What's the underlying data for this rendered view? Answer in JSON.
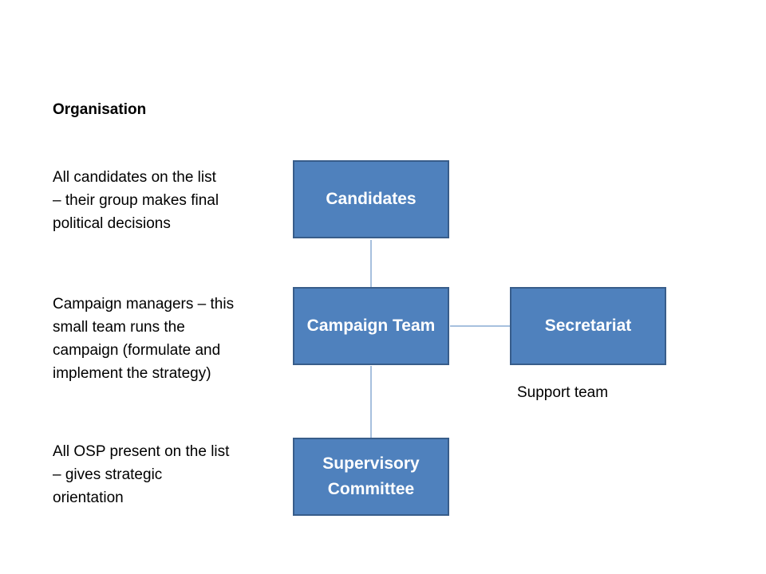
{
  "title": "Organisation",
  "descriptions": {
    "candidates": [
      "All candidates on the list",
      "– their group makes final",
      "political decisions"
    ],
    "campaign_team": [
      "Campaign managers – this",
      "small team runs the",
      "campaign (formulate and",
      "implement the strategy)"
    ],
    "supervisory": [
      "All OSP present on the list",
      "– gives strategic",
      "orientation"
    ]
  },
  "nodes": {
    "candidates": "Candidates",
    "campaign_team": "Campaign Team",
    "secretariat": "Secretariat",
    "supervisory_line1": "Supervisory",
    "supervisory_line2": "Committee"
  },
  "secretariat_note": "Support team",
  "colors": {
    "box_fill": "#4f81bd",
    "box_border": "#385d8a",
    "connector": "#4f81bd"
  }
}
